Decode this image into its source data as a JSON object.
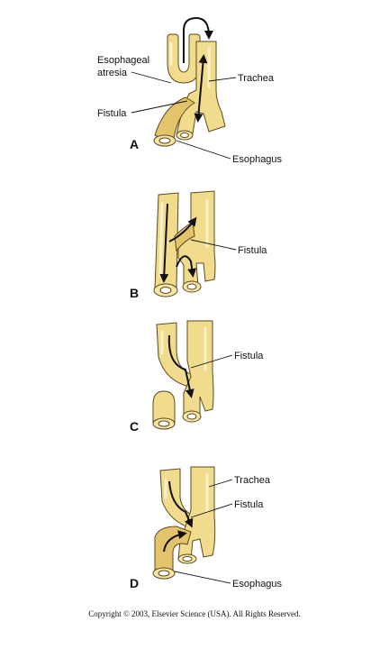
{
  "panels": {
    "a": {
      "letter": "A",
      "labels": {
        "esophageal_atresia_line1": "Esophageal",
        "esophageal_atresia_line2": "atresia",
        "trachea": "Trachea",
        "fistula": "Fistula",
        "esophagus": "Esophagus"
      }
    },
    "b": {
      "letter": "B",
      "labels": {
        "fistula": "Fistula"
      }
    },
    "c": {
      "letter": "C",
      "labels": {
        "fistula": "Fistula"
      }
    },
    "d": {
      "letter": "D",
      "labels": {
        "trachea": "Trachea",
        "fistula": "Fistula",
        "esophagus": "Esophagus"
      }
    }
  },
  "copyright": "Copyright © 2003, Elsevier Science (USA). All Rights Reserved.",
  "colors": {
    "tube": "#f1dc8e",
    "tube_shadow": "#e3c46a",
    "outline": "#5b4a20",
    "arrow": "#111111"
  }
}
